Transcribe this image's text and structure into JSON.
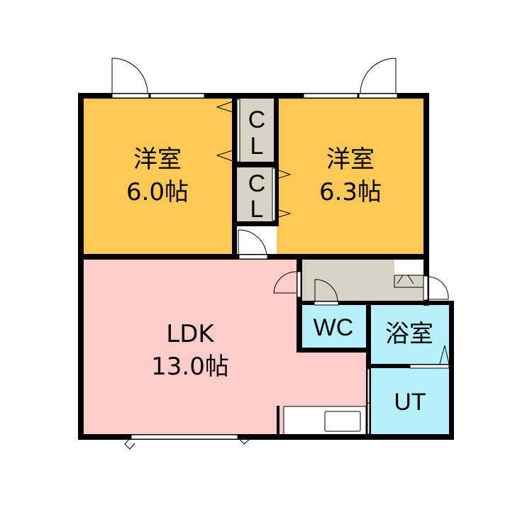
{
  "colors": {
    "western_room": "#fdc853",
    "ldk": "#ffcccc",
    "wet_area": "#b6f0fb",
    "closet": "#d6d3c5",
    "wall": "#000000"
  },
  "rooms": {
    "western_left": {
      "name": "洋室",
      "size": "6.0帖"
    },
    "western_right": {
      "name": "洋室",
      "size": "6.3帖"
    },
    "closet_top": {
      "line1": "C",
      "line2": "L"
    },
    "closet_bottom": {
      "line1": "C",
      "line2": "L"
    },
    "ldk": {
      "name": "LDK",
      "size": "13.0帖"
    },
    "wc": {
      "name": "WC"
    },
    "bath": {
      "name": "浴室"
    },
    "utility": {
      "name": "UT"
    }
  }
}
